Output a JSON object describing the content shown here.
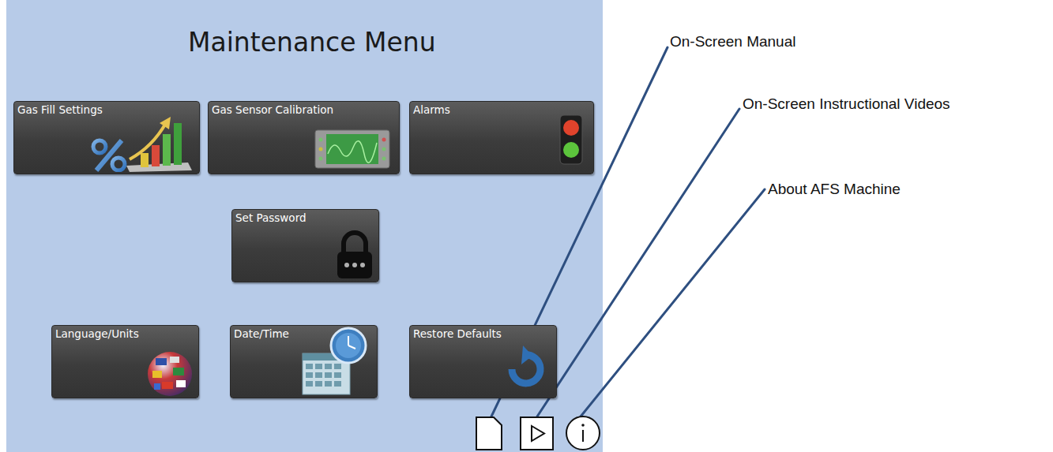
{
  "diagram": {
    "title": "Maintenance Menu",
    "nodes": [
      {
        "text": [
          "Gas Fill Settings"
        ]
      },
      {
        "text": [
          "Gas Sensor Calibration"
        ]
      },
      {
        "text": [
          "Alarms"
        ]
      },
      {
        "text": [
          "Set Password"
        ]
      },
      {
        "text": [
          "Language/Units"
        ]
      },
      {
        "text": [
          "Date/Time"
        ]
      },
      {
        "text": [
          "Restore Defaults"
        ]
      }
    ],
    "labels": [
      "On-Screen Manual",
      "On-Screen Instructional Videos",
      "About AFS Machine"
    ]
  }
}
